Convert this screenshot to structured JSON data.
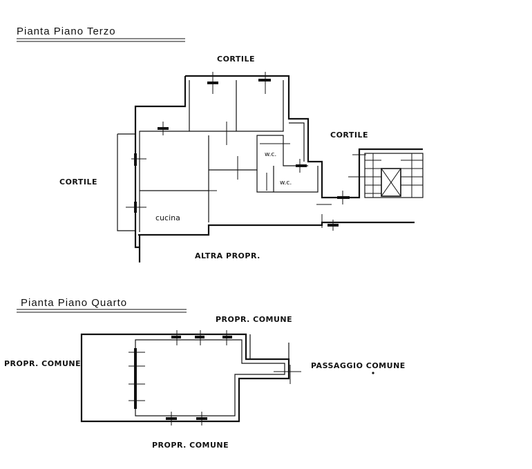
{
  "plan_third_floor": {
    "title": "Pianta Piano Terzo",
    "labels": {
      "courtyard_top": "CORTILE",
      "courtyard_right": "CORTILE",
      "courtyard_left": "CORTILE",
      "other_property": "ALTRA PROPR.",
      "kitchen": "cucina",
      "wc_1": "w.c.",
      "wc_2": "w.c."
    }
  },
  "plan_fourth_floor": {
    "title": "Pianta Piano Quarto",
    "labels": {
      "common_property_top": "PROPR. COMUNE",
      "common_property_left": "PROPR. COMUNE",
      "common_property_bottom": "PROPR. COMUNE",
      "common_passage": "PASSAGGIO COMUNE"
    }
  }
}
